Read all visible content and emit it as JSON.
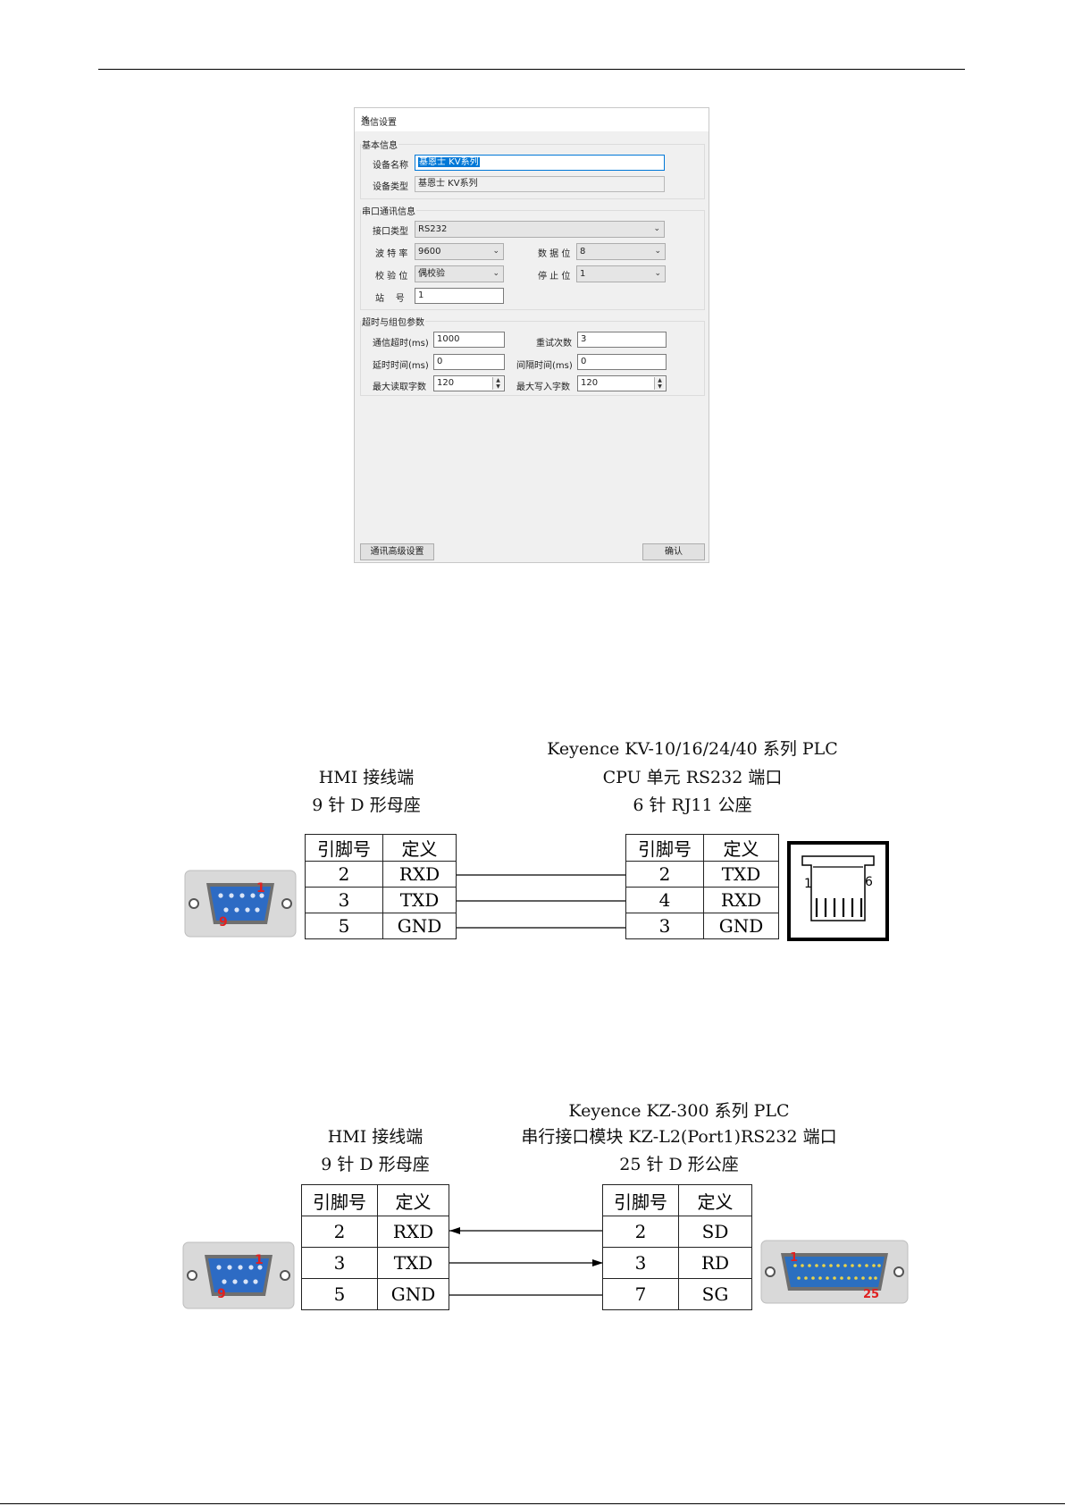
{
  "dialog": {
    "title": "通信设置",
    "group_basic": "基本信息",
    "device_name_label": "设备名称",
    "device_name_value": "基恩士 KV系列",
    "device_type_label": "设备类型",
    "device_type_value": "基恩士 KV系列",
    "group_serial": "串口通讯信息",
    "port_type_label": "接口类型",
    "port_type_value": "RS232",
    "baud_label": "波 特 率",
    "baud_value": "9600",
    "databits_label": "数 据 位",
    "databits_value": "8",
    "parity_label": "校 验 位",
    "parity_value": "偶校验",
    "stopbits_label": "停 止 位",
    "stopbits_value": "1",
    "station_label": "站    号",
    "station_value": "1",
    "group_timeout": "超时与组包参数",
    "comm_timeout_label": "通信超时(ms)",
    "comm_timeout_value": "1000",
    "retries_label": "重试次数",
    "retries_value": "3",
    "delay_label": "延时时间(ms)",
    "delay_value": "0",
    "interval_label": "间隔时间(ms)",
    "interval_value": "0",
    "max_read_label": "最大读取字数",
    "max_read_value": "120",
    "max_write_label": "最大写入字数",
    "max_write_value": "120",
    "advanced_button": "通讯高级设置",
    "ok_button": "确认"
  },
  "diagram1": {
    "left_caption": [
      "HMI 接线端",
      "9 针 D 形母座"
    ],
    "right_caption": [
      "Keyence KV-10/16/24/40 系列 PLC",
      "CPU 单元 RS232 端口",
      "6 针 RJ11 公座"
    ],
    "header": [
      "引脚号",
      "定义"
    ],
    "left_rows": [
      [
        "2",
        "RXD"
      ],
      [
        "3",
        "TXD"
      ],
      [
        "5",
        "GND"
      ]
    ],
    "right_rows": [
      [
        "2",
        "TXD"
      ],
      [
        "4",
        "RXD"
      ],
      [
        "3",
        "GND"
      ]
    ],
    "db9_pins": [
      "1",
      "9"
    ],
    "rj11_pins": [
      "1",
      "6"
    ]
  },
  "diagram2": {
    "left_caption": [
      "HMI 接线端",
      "9 针 D 形母座"
    ],
    "right_caption": [
      "Keyence KZ-300 系列 PLC",
      "串行接口模块 KZ-L2(Port1)RS232 端口",
      "25 针 D 形公座"
    ],
    "header": [
      "引脚号",
      "定义"
    ],
    "left_rows": [
      [
        "2",
        "RXD"
      ],
      [
        "3",
        "TXD"
      ],
      [
        "5",
        "GND"
      ]
    ],
    "right_rows": [
      [
        "2",
        "SD"
      ],
      [
        "3",
        "RD"
      ],
      [
        "7",
        "SG"
      ]
    ],
    "db9_pins": [
      "1",
      "9"
    ],
    "db25_pins": [
      "1",
      "25"
    ]
  }
}
